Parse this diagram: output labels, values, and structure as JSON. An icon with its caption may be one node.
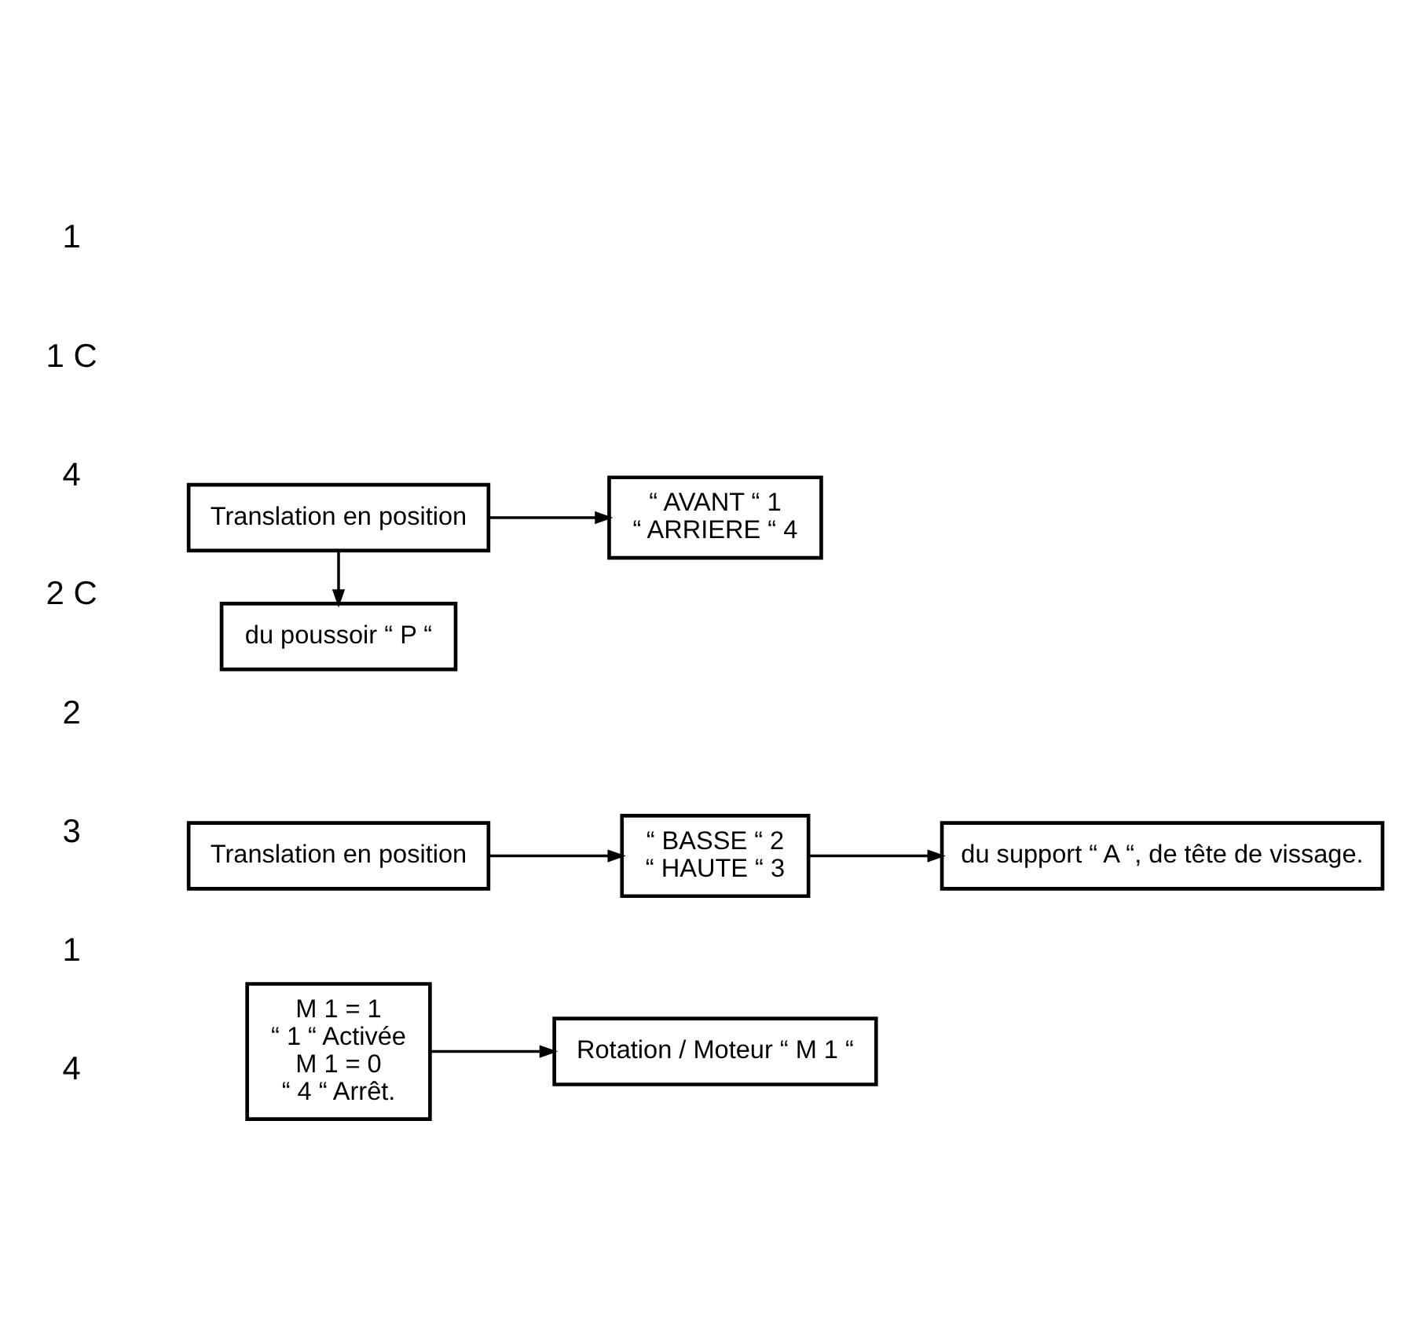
{
  "diagram": {
    "nodes": [
      {
        "text": [
          "M 1 = 1",
          "“ 1 “ Activée",
          "M 1 = 0",
          "“ 4 “ Arrêt."
        ]
      },
      {
        "text": [
          "Rotation / Moteur “ M 1 “"
        ]
      },
      {
        "text": [
          "Translation en position"
        ]
      },
      {
        "text": [
          "“ BASSE “ 2",
          "“ HAUTE “ 3"
        ]
      },
      {
        "text": [
          "du support “ A “, de tête de vissage."
        ]
      },
      {
        "text": [
          "Translation en position"
        ]
      },
      {
        "text": [
          "“ AVANT “ 1",
          "“ ARRIERE “ 4"
        ]
      },
      {
        "text": [
          "du poussoir “ P “"
        ]
      }
    ],
    "edges": [
      {
        "from": 0,
        "to": 1,
        "arrow": "to"
      },
      {
        "from": 2,
        "to": 3,
        "arrow": "to"
      },
      {
        "from": 3,
        "to": 4,
        "arrow": "to"
      },
      {
        "from": 5,
        "to": 6,
        "arrow": "to"
      },
      {
        "from": 5,
        "to": 7,
        "arrow": "to"
      }
    ],
    "labels": [
      "1",
      "4",
      "2 C",
      "2",
      "3",
      "1",
      "1 C",
      "4"
    ]
  }
}
